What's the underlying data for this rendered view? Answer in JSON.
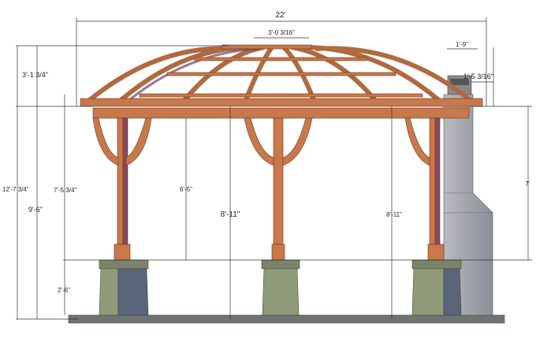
{
  "title": "Gazebo elevation with outdoor fireplace",
  "dimensions": {
    "overall_width": "22'",
    "top_ring_width": "3'-0 3/16\"",
    "roof_height": "3'-1 3/4\"",
    "overall_height": "12'-7 3/4\"",
    "beam_height": "9'-6\"",
    "post_height": "7'-5 3/4\"",
    "pedestal_height": "2'-6\"",
    "clear_under_brace": "6'-5\"",
    "center_clearance": "8'-11\"",
    "right_clearance": "8'-11\"",
    "fireplace_height": "7'",
    "chimney_width": "1'-9\"",
    "chimney_cap_offset": "1'-5 3/16\""
  },
  "colors": {
    "wood": "#c8784a",
    "wood_shadow": "#8a4a5a",
    "stone": "#8f9a78",
    "fireplace": "#a8aab0"
  }
}
